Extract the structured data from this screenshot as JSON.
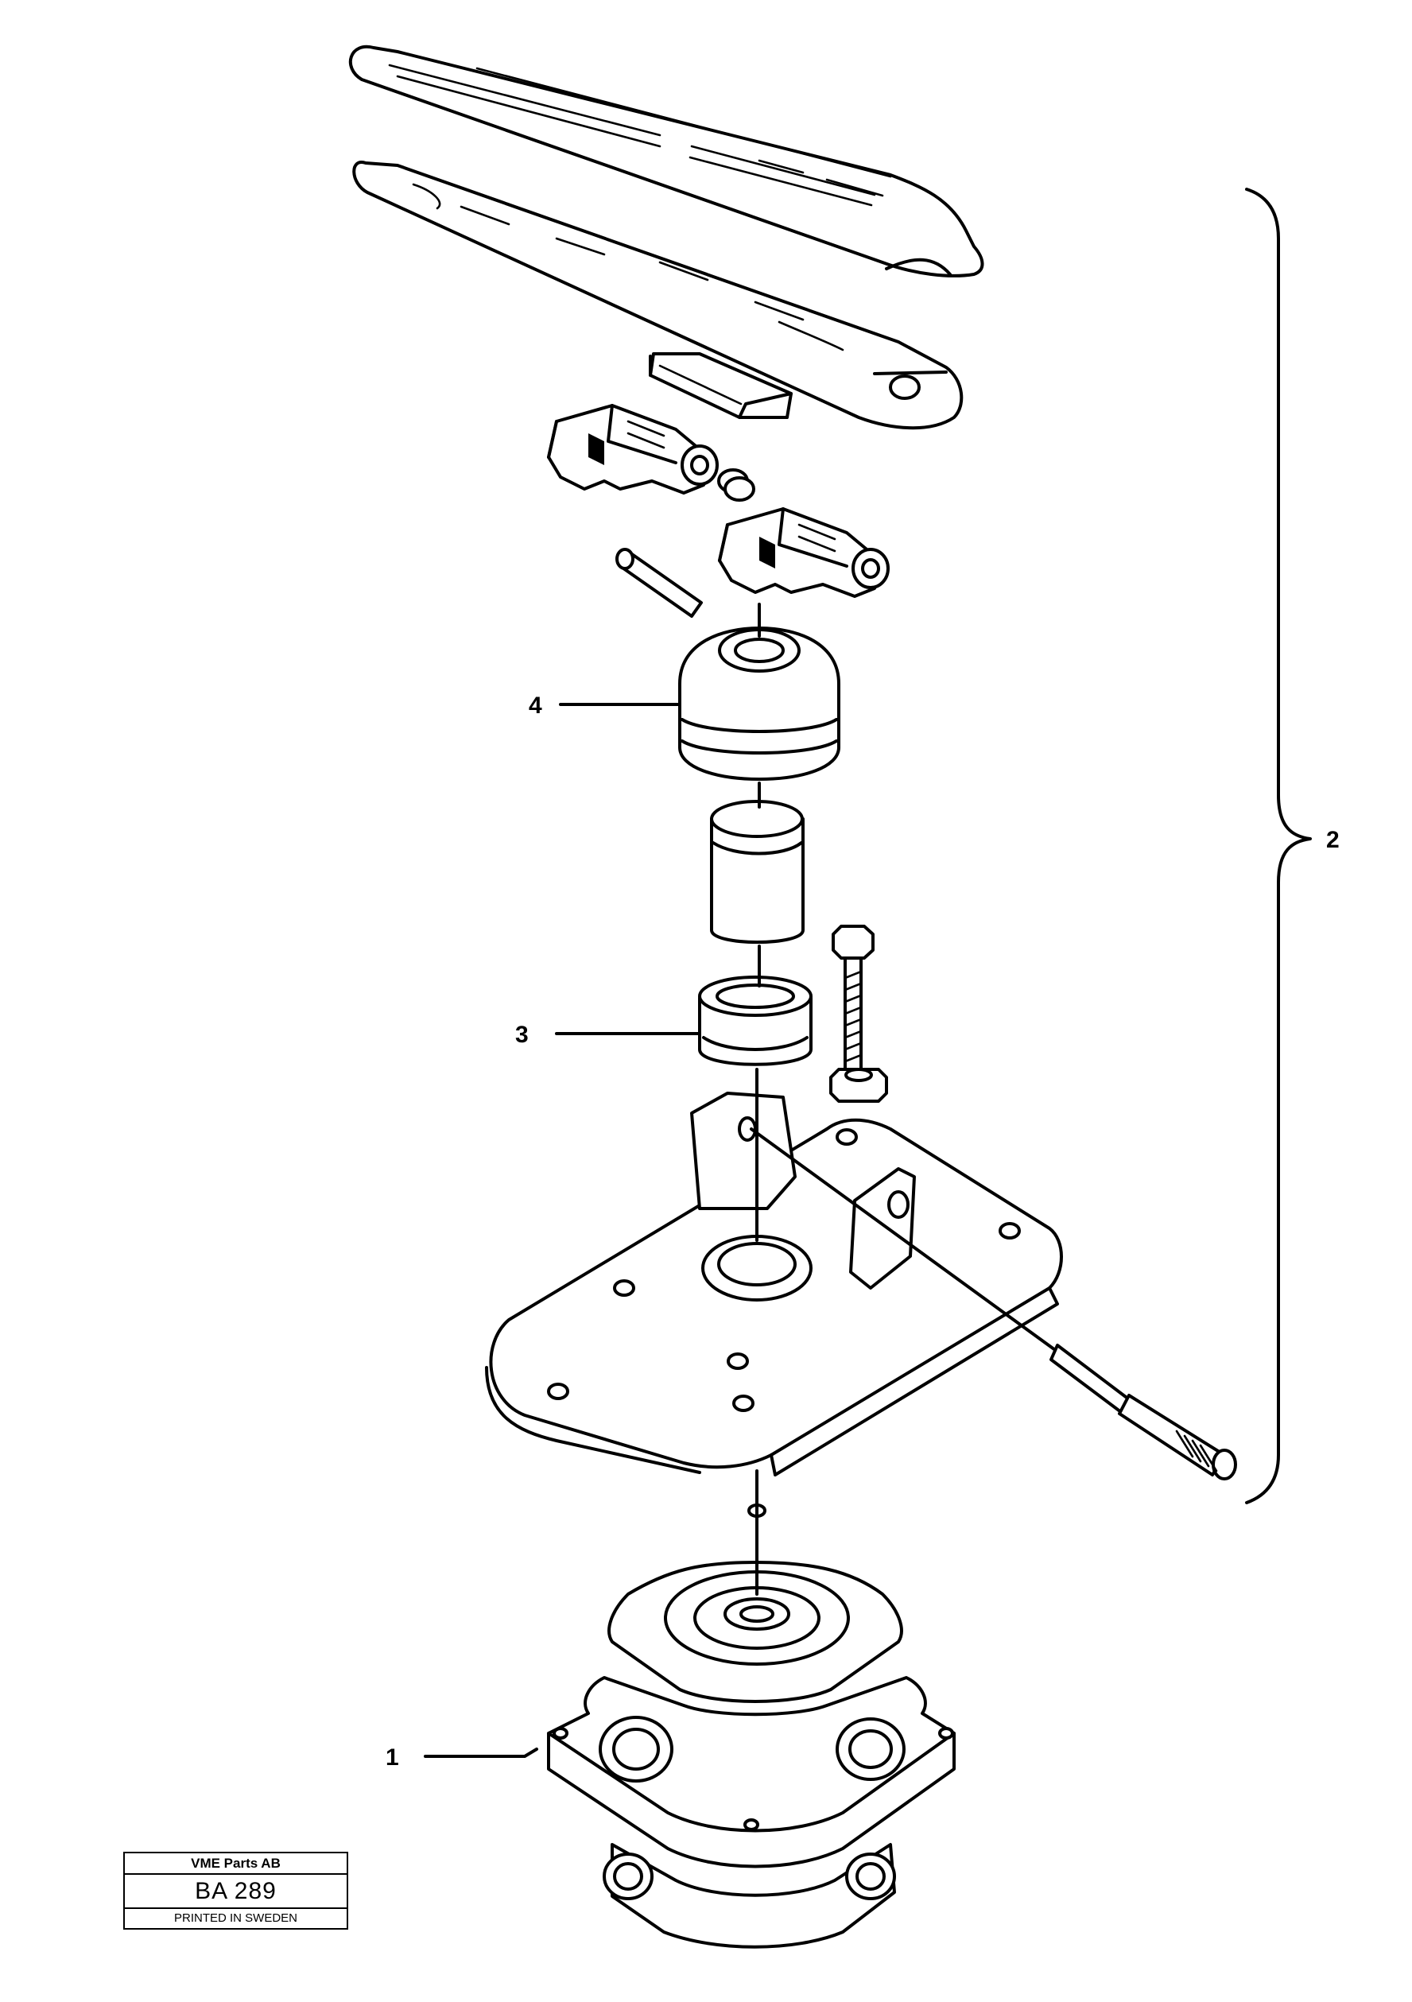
{
  "diagram": {
    "callouts": [
      {
        "id": "1",
        "text": "1"
      },
      {
        "id": "2",
        "text": "2"
      },
      {
        "id": "3",
        "text": "3"
      },
      {
        "id": "4",
        "text": "4"
      }
    ]
  },
  "stamp": {
    "company": "VME Parts AB",
    "code": "BA 289",
    "printed": "PRINTED IN SWEDEN"
  }
}
